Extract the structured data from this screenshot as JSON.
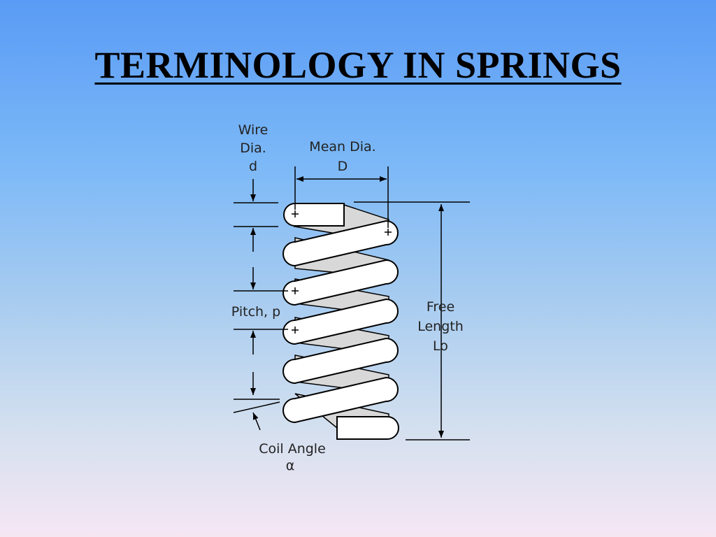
{
  "title": "TERMINOLOGY IN SPRINGS",
  "labels": {
    "wire_dia": [
      "Wire",
      "Dia.",
      "d"
    ],
    "mean_dia": [
      "Mean Dia.",
      "D"
    ],
    "pitch": "Pitch, p",
    "free_length": [
      "Free",
      "Length",
      "Lo"
    ],
    "coil_angle": [
      "Coil Angle",
      "α"
    ]
  },
  "colors": {
    "line": "#000000",
    "coil_fill": "#ffffff",
    "back_fill": "#d8d8d8",
    "label": "#222222"
  }
}
